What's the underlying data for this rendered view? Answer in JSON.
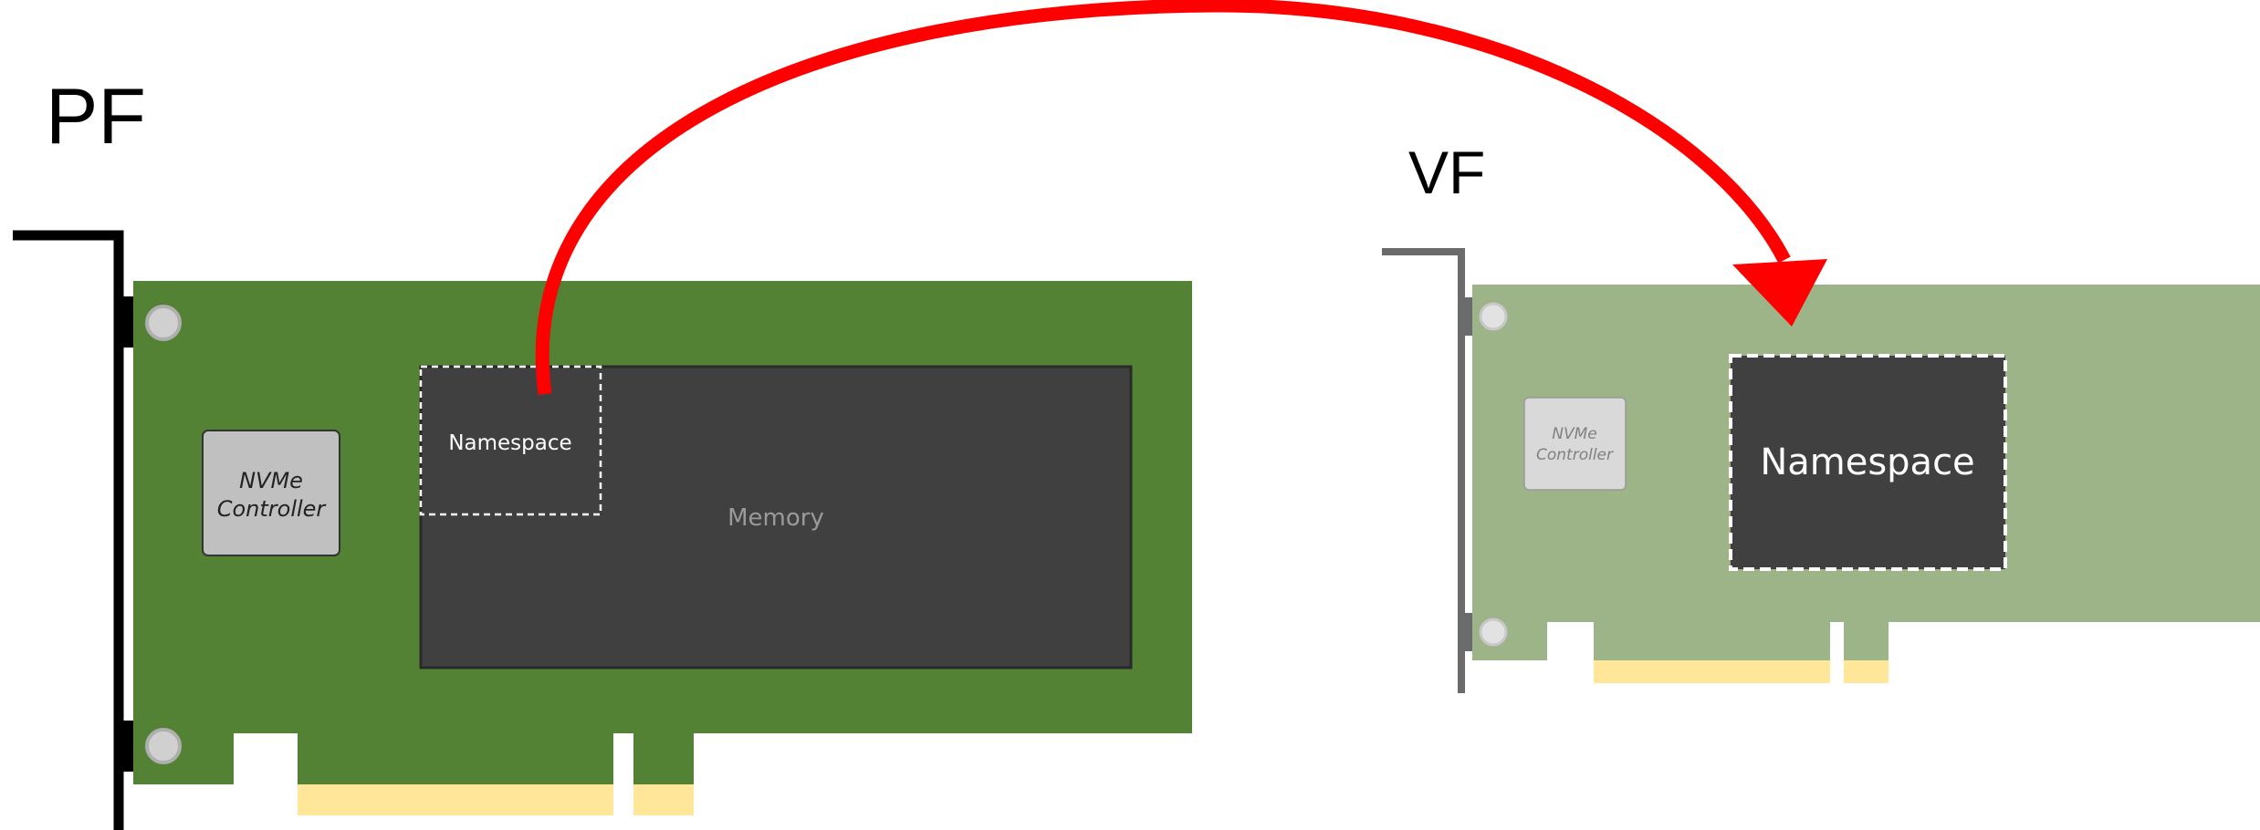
{
  "pf": {
    "title": "PF",
    "controller_line1": "NVMe",
    "controller_line2": "Controller",
    "memory_label": "Memory",
    "namespace_label": "Namespace"
  },
  "vf": {
    "title": "VF",
    "controller_line1": "NVMe",
    "controller_line2": "Controller",
    "namespace_label": "Namespace"
  },
  "colors": {
    "pf_board": "#548235",
    "vf_board": "#9CB488",
    "memory_chip": "#404040",
    "controller_chip": "#C0C0C0",
    "gold_contacts": "#FFE699",
    "arrow": "#FF0000",
    "pf_bracket": "#000000",
    "vf_bracket": "#6B6B6B"
  }
}
